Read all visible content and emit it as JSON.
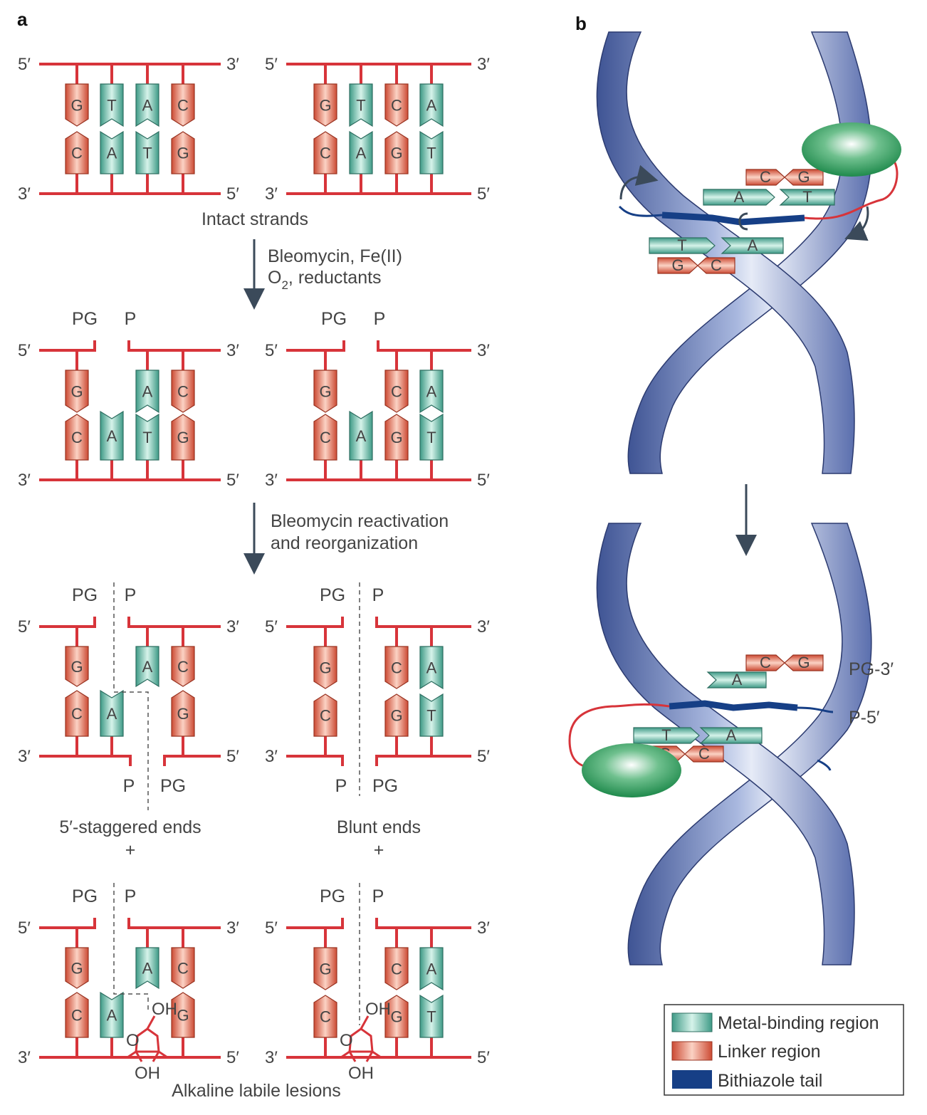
{
  "panels": {
    "a": "a",
    "b": "b"
  },
  "labels": {
    "five_prime": "5′",
    "three_prime": "3′",
    "pg": "PG",
    "p": "P",
    "oh": "OH",
    "o": "O",
    "plus": "+"
  },
  "panel_a": {
    "intact_title": "Intact strands",
    "step1": [
      "Bleomycin, Fe(II)",
      "O",
      "2",
      ", reductants"
    ],
    "step2": [
      "Bleomycin reactivation",
      "and reorganization"
    ],
    "staggered_caption": "5′-staggered ends",
    "blunt_caption": "Blunt ends",
    "lesions_caption": "Alkaline labile lesions",
    "left_top_bases": [
      "G",
      "T",
      "A",
      "C"
    ],
    "left_bottom_bases": [
      "C",
      "A",
      "T",
      "G"
    ],
    "right_top_bases": [
      "G",
      "T",
      "C",
      "A"
    ],
    "right_bottom_bases": [
      "C",
      "A",
      "G",
      "T"
    ]
  },
  "panel_b": {
    "top_pairs": [
      [
        "C",
        "G"
      ],
      [
        "A",
        "T"
      ],
      [
        "T",
        "A"
      ],
      [
        "G",
        "C"
      ]
    ],
    "bottom_pairs": [
      [
        "C",
        "G"
      ],
      [
        "A",
        ""
      ],
      [
        "T",
        "A"
      ],
      [
        "G",
        "C"
      ]
    ],
    "pg3_label": "PG-3′",
    "p5_label": "P-5′"
  },
  "legend": [
    {
      "label": "Metal-binding region",
      "color": "#5fb8a4"
    },
    {
      "label": "Linker region",
      "color": "#e2664e"
    },
    {
      "label": "Bithiazole tail",
      "color": "#163f86"
    }
  ],
  "colors": {
    "strand": "#d7343a",
    "teal": "#5fb8a4",
    "orange": "#e2664e",
    "tail": "#163f86",
    "helix": "#6f86bf",
    "arrow": "#3b4a5a"
  }
}
